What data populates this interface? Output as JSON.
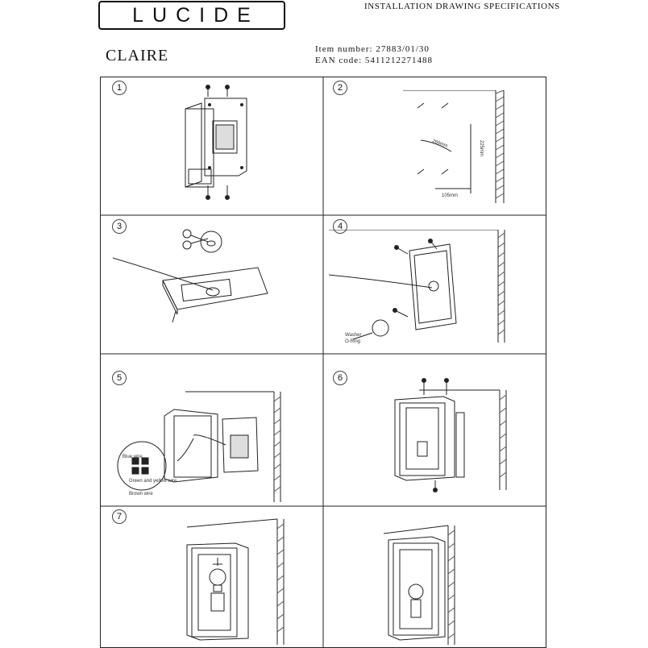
{
  "brand": {
    "logo_text": "LUCIDE"
  },
  "header": {
    "doc_title": "INSTALLATION DRAWING SPECIFICATIONS",
    "product_name": "CLAIRE",
    "item_number_line": "Item number: 27883/01/30",
    "ean_line": "EAN code: 5411212271488"
  },
  "steps": [
    {
      "number": "1",
      "labels": []
    },
    {
      "number": "2",
      "labels": [
        "260mm",
        "225mm",
        "105mm"
      ]
    },
    {
      "number": "3",
      "labels": []
    },
    {
      "number": "4",
      "labels": [
        "Washer",
        "O-Ring"
      ]
    },
    {
      "number": "5",
      "labels": [
        "Blue wire",
        "Green and yellow wire",
        "Brown wire"
      ]
    },
    {
      "number": "6",
      "labels": []
    },
    {
      "number": "7",
      "labels": []
    }
  ],
  "colors": {
    "line": "#222222",
    "hatch": "#555555",
    "paper": "#ffffff"
  }
}
